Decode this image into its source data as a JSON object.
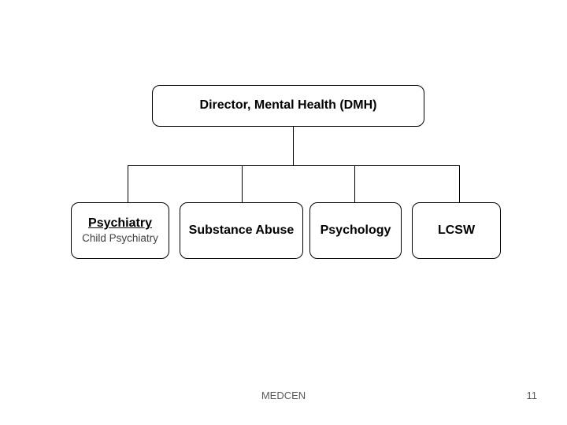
{
  "slide": {
    "org_chart": {
      "root": {
        "label": "Director, Mental Health (DMH)"
      },
      "departments": [
        {
          "label": "Psychiatry",
          "sublabel": "Child Psychiatry"
        },
        {
          "label": "Substance Abuse"
        },
        {
          "label": "Psychology"
        },
        {
          "label": "LCSW"
        }
      ]
    },
    "footer": {
      "org": "MEDCEN",
      "page_number": "11"
    },
    "colors": {
      "background": "#ffffff",
      "box_fill": "#ffffff",
      "box_border": "#000000",
      "title_text": "#000000",
      "sublabel_text": "#404040",
      "connector": "#000000",
      "footer_text": "#595959"
    }
  }
}
